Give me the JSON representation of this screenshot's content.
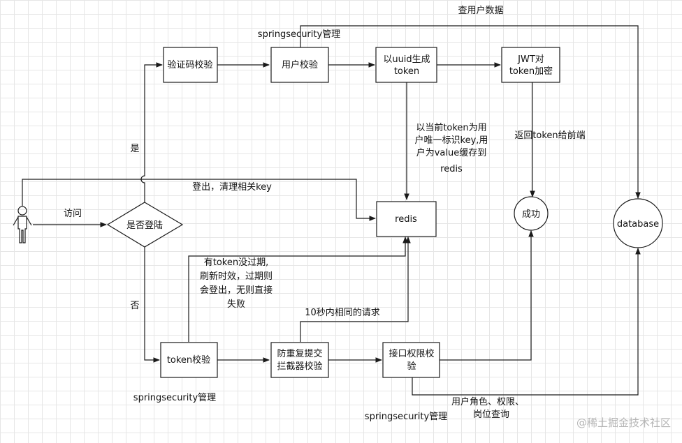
{
  "nodes": {
    "captcha": "验证码校验",
    "user_check": [
      "用户校验"
    ],
    "uuid_token": [
      "以uuid生成",
      "token"
    ],
    "jwt": [
      "JWT对",
      "token加密"
    ],
    "redis": "redis",
    "success": "成功",
    "database": "database",
    "is_login": "是否登陆",
    "token_check": "token校验",
    "anti_repeat": [
      "防重复提交",
      "拦截器校验"
    ],
    "perm_check": [
      "接口权限校",
      "验"
    ]
  },
  "labels": {
    "query_user": "查用户数据",
    "springsecurity_top": "springsecurity管理",
    "yes": "是",
    "no": "否",
    "visit": "访问",
    "logout": "登出，清理相关key",
    "cache_note": [
      "以当前token为用",
      "户唯一标识key,用",
      "户为value缓存到",
      "redis"
    ],
    "return_token": "返回token给前端",
    "token_note": [
      "有token没过期,",
      "刷新时效，过期则",
      "会登出，无则直接",
      "失败"
    ],
    "ten_seconds": "10秒内相同的请求",
    "springsecurity_bottom_left": "springsecurity管理",
    "springsecurity_bottom": "springsecurity管理",
    "role_query": [
      "用户角色、权限、",
      "岗位查询"
    ]
  },
  "watermark": "@稀土掘金技术社区"
}
